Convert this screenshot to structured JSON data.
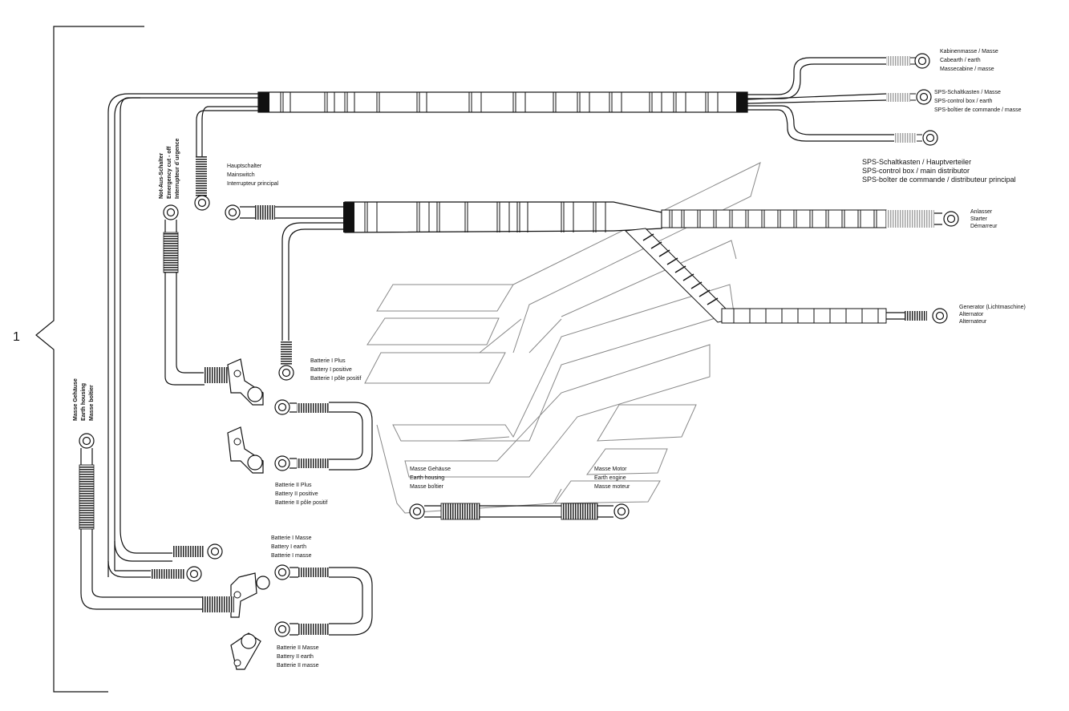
{
  "item_number": "1",
  "labels": {
    "kabinenmasse": [
      "Kabinenmasse / Masse",
      "Cabearth / earth",
      "Massecabine / masse"
    ],
    "sps_earth": [
      "SPS-Schaltkasten / Masse",
      "SPS-control box / earth",
      "SPS-boîtier de commande / masse"
    ],
    "sps_main": [
      "SPS-Schaltkasten / Hauptverteiler",
      "SPS-control box /  main distributor",
      "SPS-boîter de commande / distributeur principal"
    ],
    "hauptschalter": [
      "Hauptschalter",
      "Mainswitch",
      "Interrupteur principal"
    ],
    "notaus": [
      "Not-Aus-Schalter",
      "Emergency cut - off",
      "Interrupteur d´urgence"
    ],
    "anlasser": [
      "Anlasser",
      "Starter",
      "Démarreur"
    ],
    "generator": [
      "Generator (Lichtmaschine)",
      "Alternator",
      "Alternateur"
    ],
    "batt1_plus": [
      "Batterie I Plus",
      "Battery I positive",
      "Batterie I pôle positif"
    ],
    "batt2_plus": [
      "Batterie II Plus",
      "Battery II positive",
      "Batterie II pôle positif"
    ],
    "masse_gehaeuse_left": [
      "Masse Gehäuse",
      "Earth housing",
      "Masse boîtier"
    ],
    "masse_gehaeuse": [
      "Masse Gehäuse",
      "Earth housing",
      "Masse boîtier"
    ],
    "masse_motor": [
      "Masse Motor",
      "Earth engine",
      "Masse moteur"
    ],
    "batt1_masse": [
      "Batterie I Masse",
      "Battery I earth",
      "Batterie I masse"
    ],
    "batt2_masse": [
      "Batterie II Masse",
      "Battery II earth",
      "Batterie II masse"
    ]
  }
}
